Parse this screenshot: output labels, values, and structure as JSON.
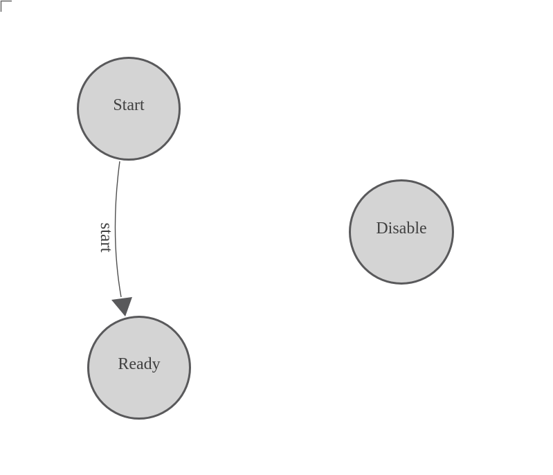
{
  "diagram": {
    "nodes": [
      {
        "id": "start",
        "label": "Start"
      },
      {
        "id": "ready",
        "label": "Ready"
      },
      {
        "id": "disable",
        "label": "Disable"
      }
    ],
    "edges": [
      {
        "from": "Start",
        "to": "Ready",
        "label": "start"
      }
    ],
    "colors": {
      "background": "#ffffff",
      "node_fill": "#d4d4d4",
      "node_border": "#59595b",
      "edge_line": "#4f4f4f",
      "arrowhead": "#59595b",
      "text": "#404040",
      "corner_mark": "#666666"
    }
  }
}
